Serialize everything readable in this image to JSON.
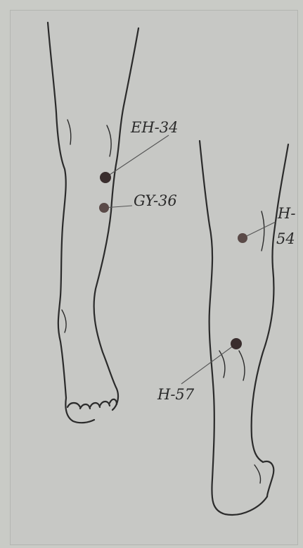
{
  "colors": {
    "background": "#c7c8c5",
    "ink": "#2a2a2a",
    "point": "#3a2e2e",
    "point_light": "#5a4a48"
  },
  "labels": {
    "eh34": "EH-34",
    "gy36": "GY-36",
    "h54_line1": "H-",
    "h54_line2": "54",
    "h57": "H-57"
  }
}
